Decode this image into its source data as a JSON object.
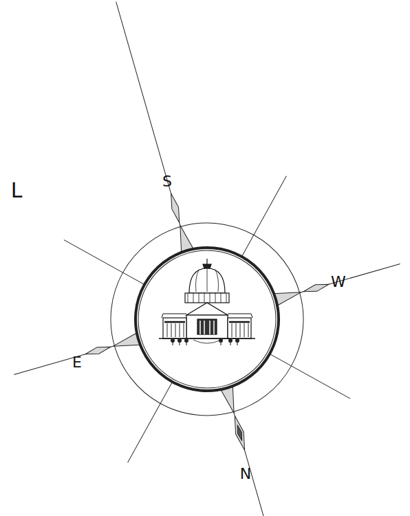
{
  "diagram": {
    "labels": [
      "L",
      "S",
      "W",
      "E",
      "N"
    ]
  }
}
